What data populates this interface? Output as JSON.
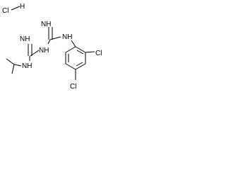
{
  "molecule": {
    "salt": {
      "cl": "Cl",
      "h": "H"
    },
    "atoms": {
      "imine_top": "NH",
      "imine_left": "NH",
      "nh_link": "NH",
      "nh_aryl": "NH",
      "nh_isopropyl": "NH",
      "cl_upper": "Cl",
      "cl_lower": "Cl"
    },
    "colors": {
      "bond": "#000000",
      "text": "#000000",
      "background": "#ffffff"
    }
  }
}
